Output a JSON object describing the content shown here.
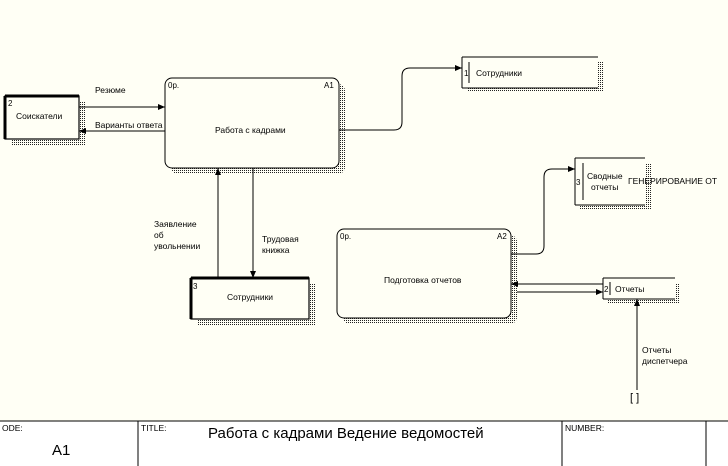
{
  "processes": [
    {
      "id": "process-work-with-staff",
      "op": "0р.",
      "code": "A1",
      "label": "Работа с кадрами"
    },
    {
      "id": "process-report-prep",
      "op": "0р.",
      "code": "A2",
      "label": "Подготовка отчетов"
    }
  ],
  "externals": [
    {
      "id": "external-applicants",
      "num": "2",
      "label": "Соискатели"
    },
    {
      "id": "external-employees",
      "num": "3",
      "label": "Сотрудники"
    }
  ],
  "stores": [
    {
      "id": "store-employees",
      "num": "1",
      "label": "Сотрудники"
    },
    {
      "id": "store-summary",
      "num": "3",
      "label_lines": [
        "Сводные",
        "отчеты"
      ]
    },
    {
      "id": "store-reports",
      "num": "2",
      "label": "Отчеты"
    }
  ],
  "flows": {
    "resume": "Резюме",
    "answer_options": "Варианты ответа",
    "dismissal_lines": [
      "Заявление",
      "об",
      "увольнении"
    ],
    "labor_book_lines": [
      "Трудовая",
      "книжка"
    ],
    "dispatcher_lines": [
      "Отчеты",
      "диспетчера"
    ],
    "generation": "ГЕНЕРИРОВАНИЕ ОТ"
  },
  "tunnel_marker": "[ ]",
  "footer": {
    "node_label": "ODE:",
    "node_value": "A1",
    "title_label": "TITLE:",
    "title_value": "Работа с кадрами  Ведение ведомостей",
    "number_label": "NUMBER:"
  }
}
